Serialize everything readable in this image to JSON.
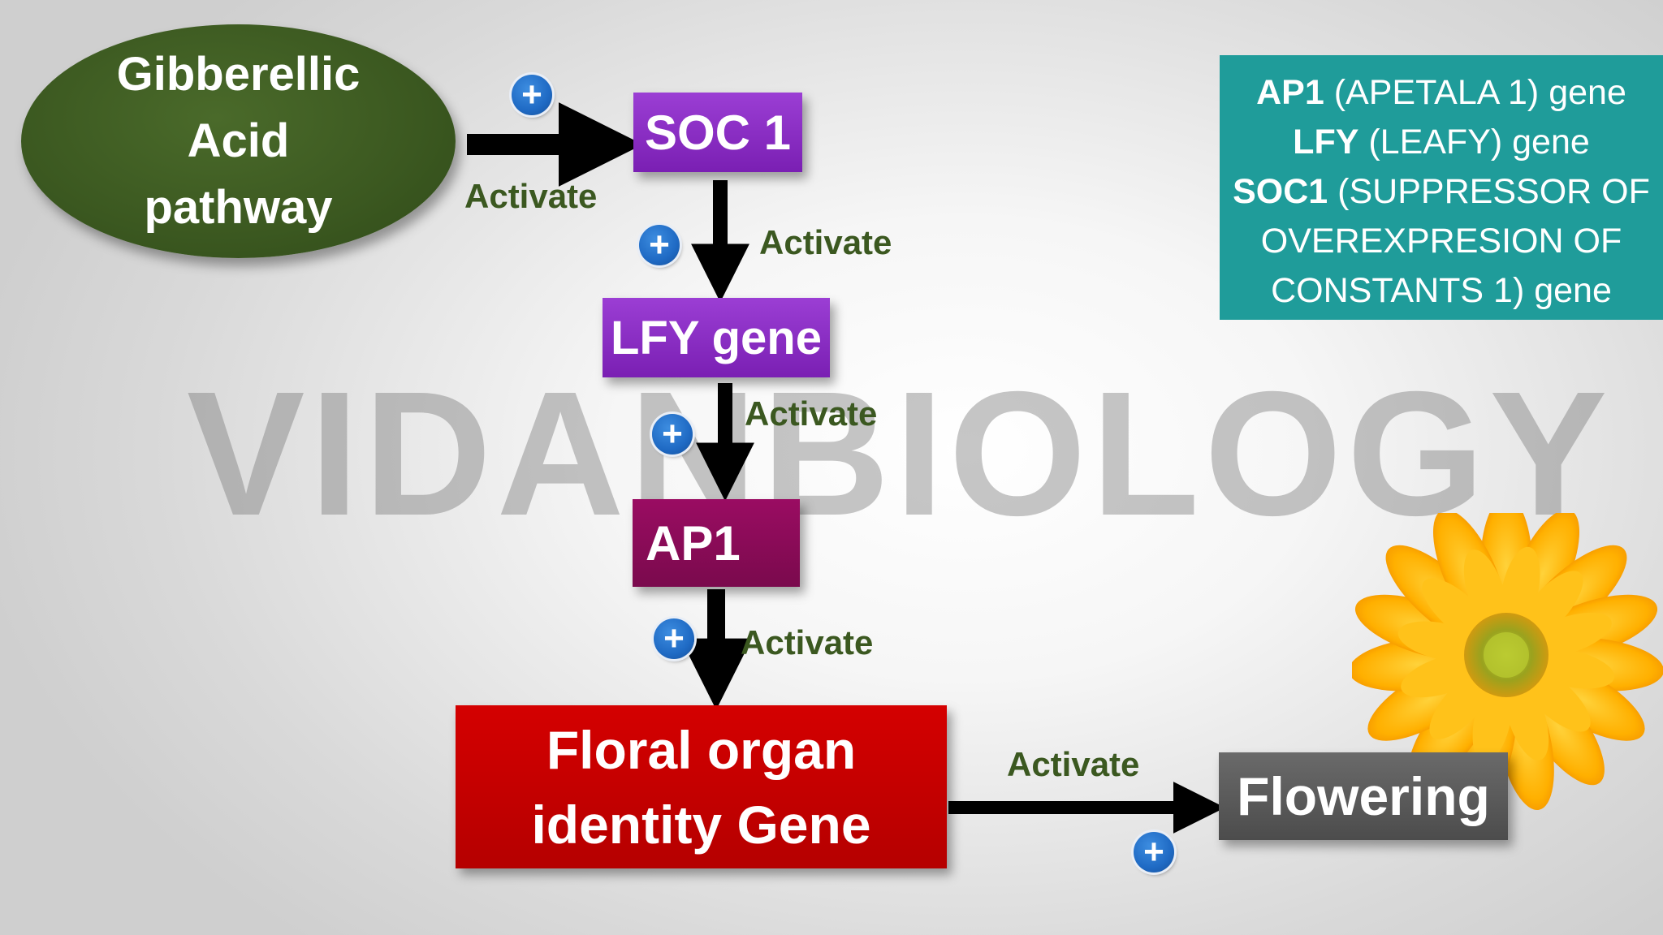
{
  "diagram": {
    "source": {
      "lines": [
        "Gibberellic",
        "Acid",
        "pathway"
      ]
    },
    "soc1": {
      "label": "SOC 1"
    },
    "lfy": {
      "label": "LFY gene"
    },
    "ap1": {
      "label": "AP1"
    },
    "floral": {
      "lines": [
        "Floral organ",
        "identity Gene"
      ]
    },
    "flowering": {
      "label": "Flowering"
    },
    "edges": [
      {
        "from": "source",
        "to": "soc1",
        "label": "Activate"
      },
      {
        "from": "soc1",
        "to": "lfy",
        "label": "Activate"
      },
      {
        "from": "lfy",
        "to": "ap1",
        "label": "Activate"
      },
      {
        "from": "ap1",
        "to": "floral",
        "label": "Activate"
      },
      {
        "from": "floral",
        "to": "flowering",
        "label": "Activate"
      }
    ],
    "plus_symbol": "+"
  },
  "legend": [
    {
      "abbr": "AP1",
      "rest": " (APETALA 1) gene"
    },
    {
      "abbr": "LFY",
      "rest": " (LEAFY) gene"
    },
    {
      "abbr": "SOC1",
      "rest": " (SUPPRESSOR OF"
    },
    {
      "abbr": "",
      "rest": "OVEREXPRESION OF"
    },
    {
      "abbr": "",
      "rest": "CONSTANTS 1) gene"
    }
  ],
  "watermark": "VIDANBIOLOGY",
  "colors": {
    "source": "#3b5820",
    "soc1_lfy": "#8b2fc9",
    "ap1": "#8b0b57",
    "floral": "#c80000",
    "flowering": "#5a5a5a",
    "legend_bg": "#1f9c9a",
    "activate_text": "#3b5820",
    "plus_icon": "#1f6ac4"
  },
  "icons": [
    "plus-icon",
    "flower-image"
  ]
}
